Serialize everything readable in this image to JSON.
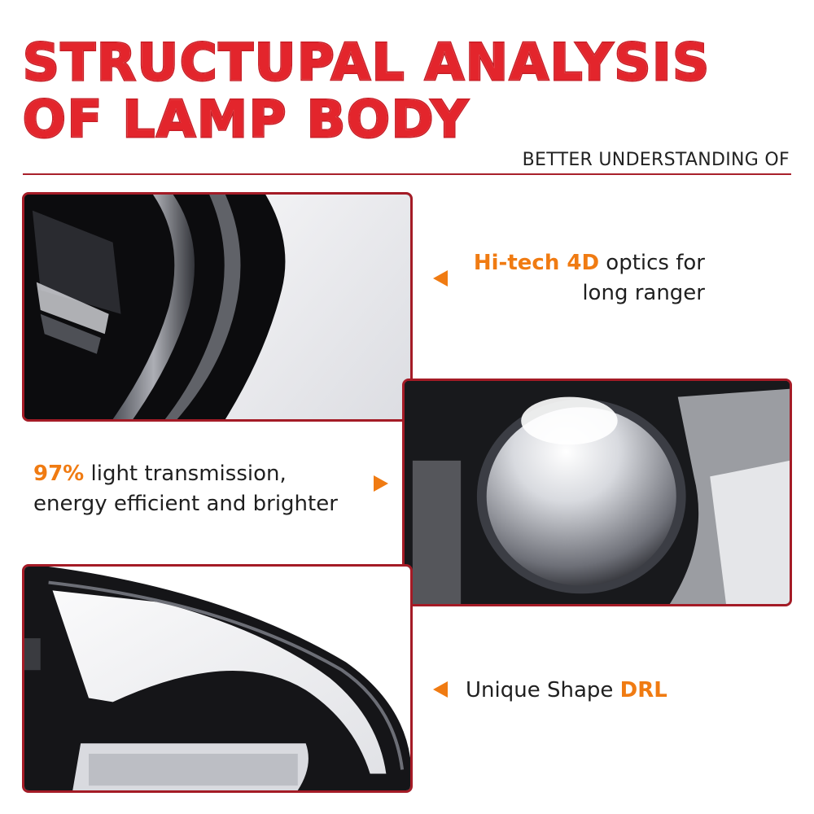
{
  "header": {
    "title_line1": "STRUCTUPAL ANALYSIS",
    "title_line2": "OF LAMP BODY",
    "subtitle": "BETTER UNDERSTANDING OF"
  },
  "features": [
    {
      "highlight": "Hi-tech 4D",
      "text_after": " optics for",
      "line2": "long ranger"
    },
    {
      "highlight": "97%",
      "text_after": " light transmission,",
      "line2": "energy efficient and brighter"
    },
    {
      "text_before": "Unique Shape ",
      "highlight": "DRL"
    }
  ],
  "colors": {
    "title_red": "#e3252c",
    "accent_orange": "#f07b12",
    "border_red": "#a41b26"
  }
}
